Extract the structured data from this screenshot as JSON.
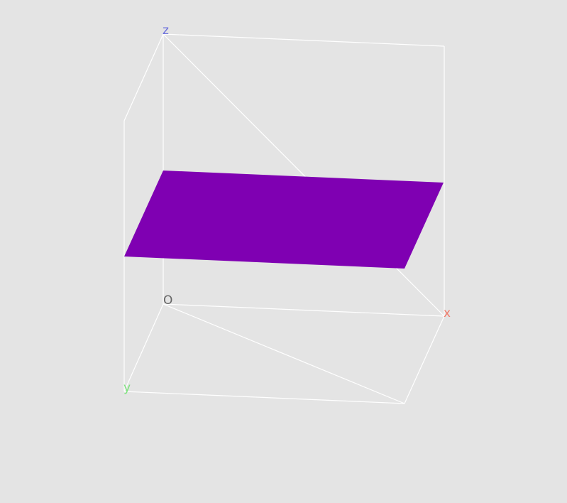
{
  "labels": {
    "origin": "O",
    "x_axis": "x",
    "y_axis": "y",
    "z_axis": "z"
  },
  "colors": {
    "background": "#e4e4e4",
    "edges": "#ffffff",
    "plane": "#7f00b2",
    "origin_label": "#666666",
    "x_label": "#f07c6c",
    "y_label": "#7ce37c",
    "z_label": "#6b6fdc"
  }
}
